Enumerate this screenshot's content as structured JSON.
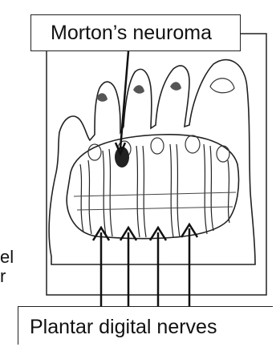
{
  "labels": {
    "neuroma": "Morton’s neuroma",
    "nerves": "Plantar digital nerves",
    "clipped_line_1": "el",
    "clipped_line_2": "r"
  }
}
